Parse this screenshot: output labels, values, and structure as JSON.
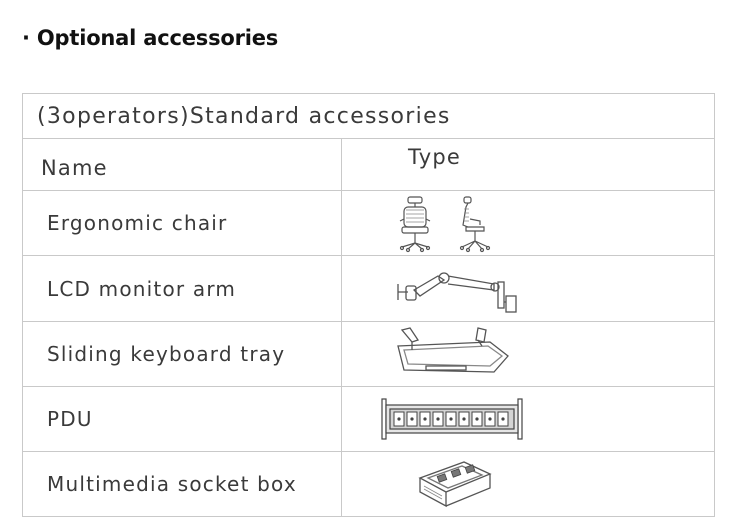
{
  "heading": "· Optional accessories",
  "table": {
    "title": "(3operators)Standard accessories",
    "headers": {
      "name": "Name",
      "type": "Type"
    },
    "rows": [
      {
        "name": "Ergonomic chair",
        "icon": "chair-icon"
      },
      {
        "name": "LCD monitor arm",
        "icon": "monitor-arm-icon"
      },
      {
        "name": "Sliding keyboard tray",
        "icon": "keyboard-tray-icon"
      },
      {
        "name": "PDU",
        "icon": "pdu-icon"
      },
      {
        "name": "Multimedia socket box",
        "icon": "socket-box-icon"
      }
    ]
  }
}
